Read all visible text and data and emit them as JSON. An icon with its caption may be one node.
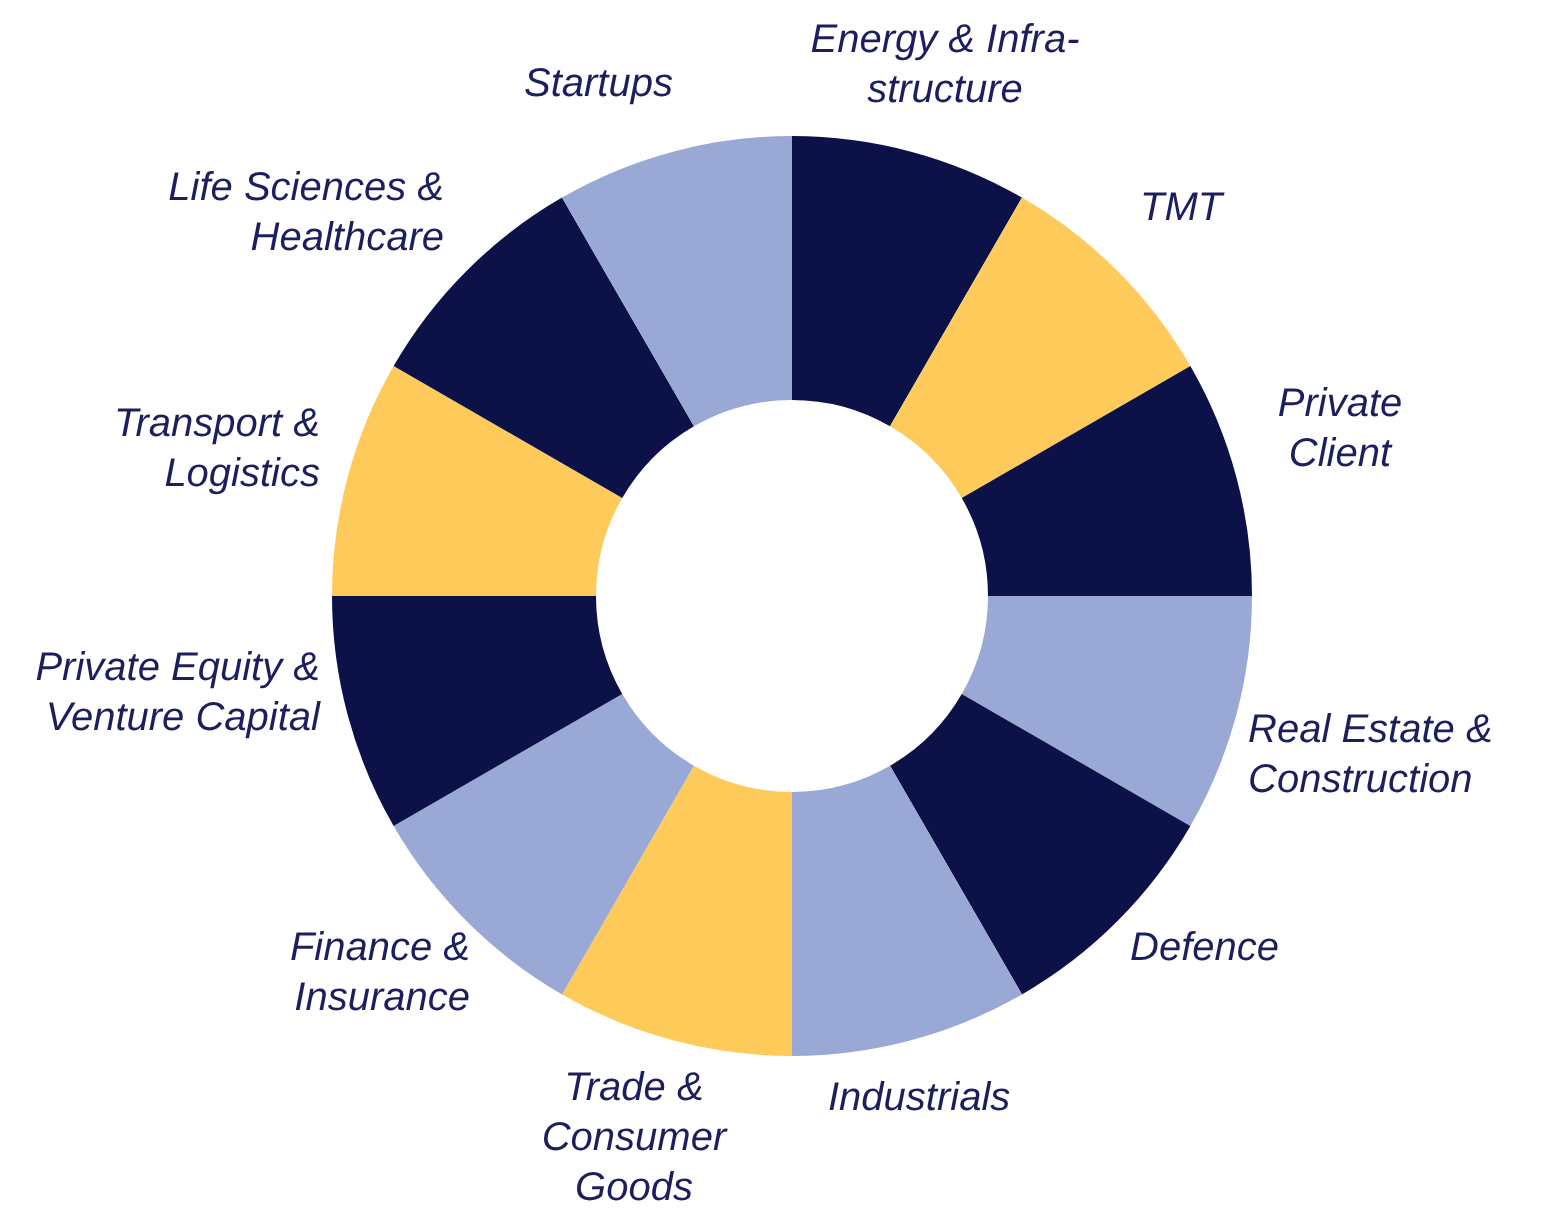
{
  "diagram": {
    "nodes": [
      {
        "text": [
          "Energy & Infra-structure"
        ]
      },
      {
        "text": [
          "TMT"
        ]
      },
      {
        "text": [
          "Private Client"
        ]
      },
      {
        "text": [
          "Real Estate & Construction"
        ]
      },
      {
        "text": [
          "Defence"
        ]
      },
      {
        "text": [
          "Industrials"
        ]
      },
      {
        "text": [
          "Trade & Consumer Goods"
        ]
      },
      {
        "text": [
          "Finance & Insurance"
        ]
      },
      {
        "text": [
          "Private Equity & Venture Capital"
        ]
      },
      {
        "text": [
          "Transport & Logistics"
        ]
      },
      {
        "text": [
          "Life Sciences & Healthcare"
        ]
      },
      {
        "text": [
          "Startups"
        ]
      }
    ]
  }
}
